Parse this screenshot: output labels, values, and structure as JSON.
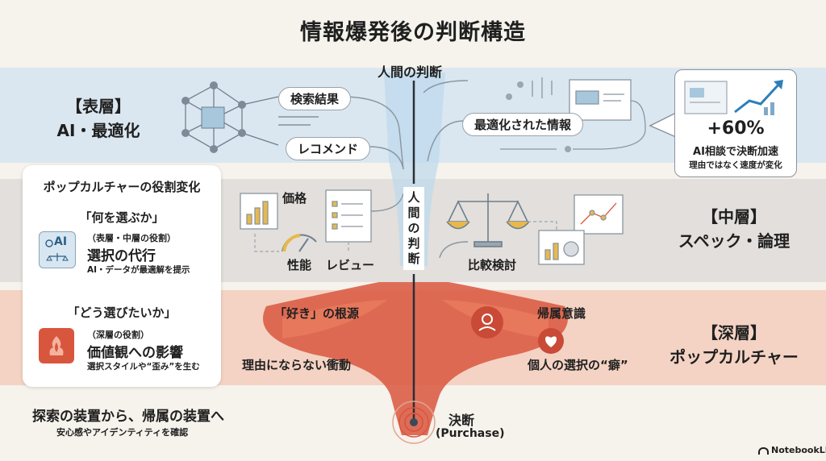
{
  "title": "情報爆発後の判断構造",
  "axis": {
    "top_label": "人間の判断",
    "vertical_label": [
      "人",
      "間",
      "の",
      "判",
      "断"
    ],
    "bottom_label": "決断",
    "bottom_sub": "(Purchase)"
  },
  "layers": {
    "surface": {
      "label_line1": "【表層】",
      "label_line2": "AI・最適化",
      "pill_search": "検索結果",
      "pill_recommend": "レコメンド",
      "pill_optimized": "最適化された情報"
    },
    "middle": {
      "label_line1": "【中層】",
      "label_line2": "スペック・論理",
      "price": "価格",
      "performance": "性能",
      "review": "レビュー",
      "compare": "比較検討"
    },
    "deep": {
      "label_line1": "【深層】",
      "label_line2": "ポップカルチャー",
      "source_of_like": "「好き」の根源",
      "irrational_impulse": "理由にならない衝動",
      "belonging": "帰属意識",
      "personal_habit": "個人の選択の“癖”"
    }
  },
  "callout": {
    "value": "+60%",
    "line1": "AI相談で決断加速",
    "line2": "理由ではなく速度が変化"
  },
  "sidebar": {
    "heading": "ポップカルチャーの役割変化",
    "card1": {
      "question": "「何を選ぶか」",
      "role": "（表層・中層の役割）",
      "title": "選択の代行",
      "desc": "AI・データが最適解を提示",
      "icon_text": "AI"
    },
    "card2": {
      "question": "「どう選びたいか」",
      "role": "（深層の役割）",
      "title": "価値観への影響",
      "desc": "選択スタイルや“歪み”を生む"
    }
  },
  "footer": {
    "headline": "探索の装置から、帰属の装置へ",
    "sub": "安心感やアイデンティティを確認"
  },
  "brand": "NotebookLM",
  "colors": {
    "surface_band": "#dce8f1",
    "middle_band": "#e3e0dd",
    "deep_band": "#f3d4c6",
    "red_accent": "#d9563e",
    "gold_accent": "#e8b94a"
  }
}
